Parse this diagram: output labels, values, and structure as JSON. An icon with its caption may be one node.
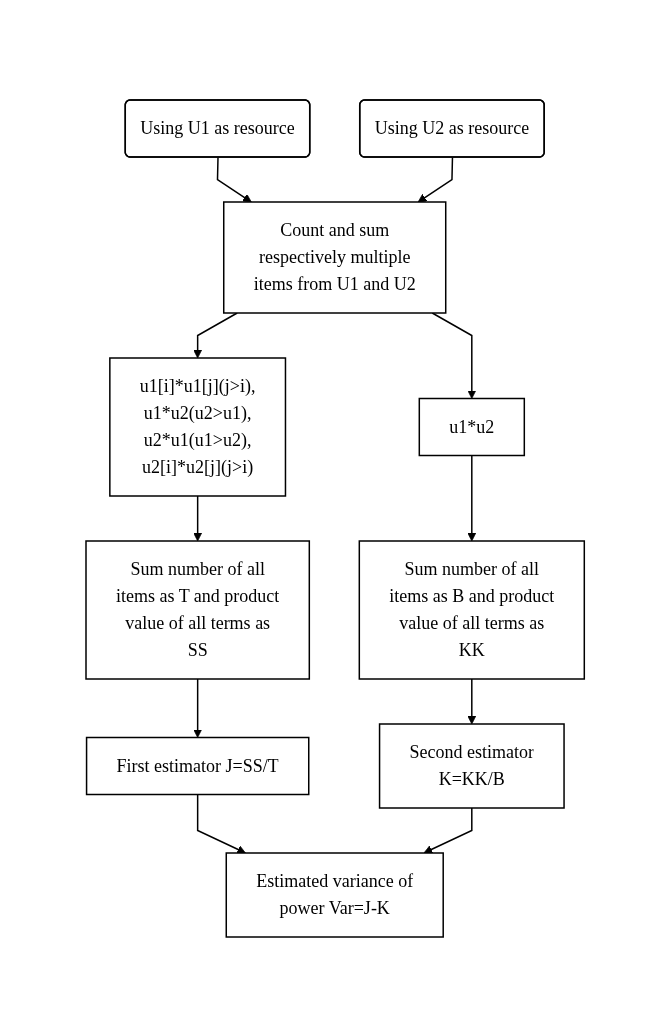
{
  "diagram": {
    "nodes": [
      {
        "text": [
          "Using U1 as resource"
        ]
      },
      {
        "text": [
          "Using U2 as resource"
        ]
      },
      {
        "text": [
          "Count and sum respectively multiple items from U1 and U2"
        ]
      },
      {
        "text": [
          "u1[i]*u1[j](j>i), u1*u2(u2>u1), u2*u1(u1>u2), u2[i]*u2[j](j>i)"
        ]
      },
      {
        "text": [
          "u1*u2"
        ]
      },
      {
        "text": [
          "Sum number of all items as T and product value of all terms as SS"
        ]
      },
      {
        "text": [
          "Sum number of all items as B and product value of all terms as KK"
        ]
      },
      {
        "text": [
          "First estimator J=SS/T"
        ]
      },
      {
        "text": [
          "Second estimator K=KK/B"
        ]
      },
      {
        "text": [
          "Estimated variance of power Var=J-K"
        ]
      }
    ],
    "edges": [
      {
        "from": 0,
        "to": 2,
        "arrow": "to"
      },
      {
        "from": 1,
        "to": 2,
        "arrow": "to"
      },
      {
        "from": 2,
        "to": 3,
        "arrow": "to"
      },
      {
        "from": 2,
        "to": 4,
        "arrow": "to"
      },
      {
        "from": 3,
        "to": 5,
        "arrow": "to"
      },
      {
        "from": 4,
        "to": 6,
        "arrow": "to"
      },
      {
        "from": 5,
        "to": 7,
        "arrow": "to"
      },
      {
        "from": 6,
        "to": 8,
        "arrow": "to"
      },
      {
        "from": 7,
        "to": 9,
        "arrow": "to"
      },
      {
        "from": 8,
        "to": 9,
        "arrow": "to"
      }
    ]
  }
}
